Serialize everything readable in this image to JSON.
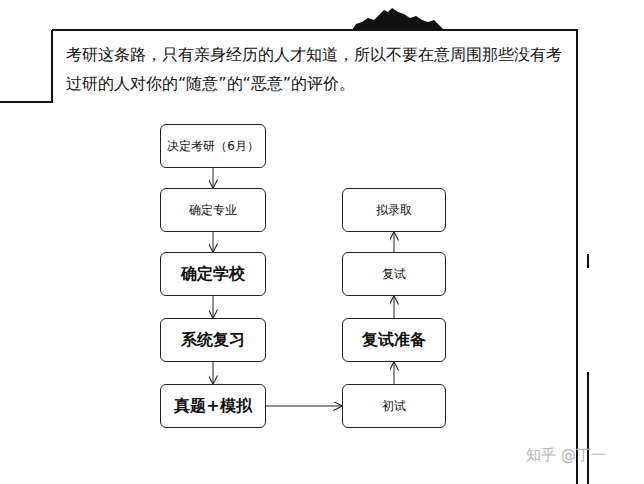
{
  "diagram": {
    "title": "考研这条路，只有亲身经历的人才知道，所以不要在意周围那些没有考过研的人对你的“随意”的“恶意”的评价。",
    "nodes": [
      {
        "text": [
          "决定考研（6月）"
        ]
      },
      {
        "text": [
          "确定专业"
        ]
      },
      {
        "text": [
          "确定学校"
        ]
      },
      {
        "text": [
          "系统复习"
        ]
      },
      {
        "text": [
          "真题+模拟"
        ]
      },
      {
        "text": [
          "初试"
        ]
      },
      {
        "text": [
          "复试准备"
        ]
      },
      {
        "text": [
          "复试"
        ]
      },
      {
        "text": [
          "拟录取"
        ]
      }
    ],
    "edges": [
      {
        "from": 0,
        "to": 1,
        "arrow": "to"
      },
      {
        "from": 1,
        "to": 2,
        "arrow": "to"
      },
      {
        "from": 2,
        "to": 3,
        "arrow": "to"
      },
      {
        "from": 3,
        "to": 4,
        "arrow": "to"
      },
      {
        "from": 4,
        "to": 5,
        "arrow": "to"
      },
      {
        "from": 5,
        "to": 6,
        "arrow": "to"
      },
      {
        "from": 6,
        "to": 7,
        "arrow": "to"
      },
      {
        "from": 7,
        "to": 8,
        "arrow": "to"
      }
    ],
    "labels": [
      "知乎 @丁一"
    ]
  }
}
